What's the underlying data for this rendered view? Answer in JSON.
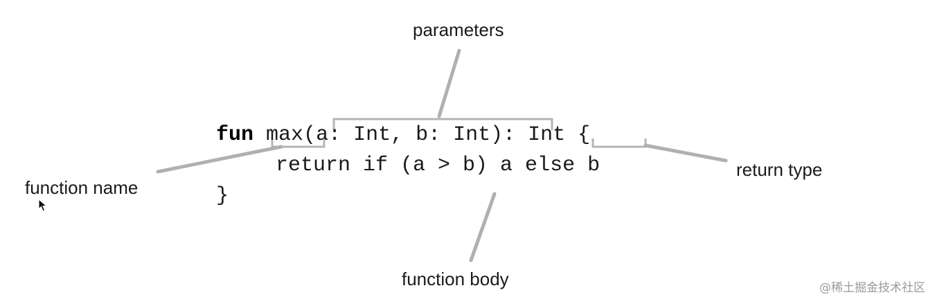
{
  "code": {
    "keyword": "fun",
    "function_name": "max",
    "open_paren": "(",
    "params": "a: Int, b: Int",
    "close_paren_colon": "): ",
    "return_type": "Int",
    "open_brace": " {",
    "body": "return if (a > b) a else b",
    "close_brace": "}"
  },
  "labels": {
    "parameters": "parameters",
    "function_name": "function name",
    "return_type": "return type",
    "function_body": "function body"
  },
  "watermark": "@稀土掘金技术社区",
  "colors": {
    "connector": "#b0b0b0",
    "text": "#1a1a1a",
    "watermark": "#9a9a9a"
  }
}
